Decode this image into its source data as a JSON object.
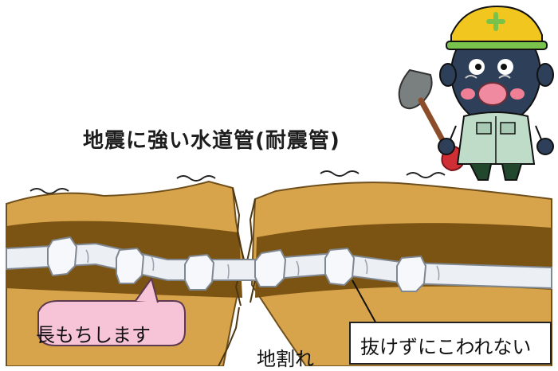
{
  "title": "地震に強い水道管(耐震管)",
  "bubble_label": "長もちします",
  "crack_label": "地割れ",
  "note_label": "抜けずにこわれない",
  "colors": {
    "soil_light": "#d7a44b",
    "soil_dark": "#7b5414",
    "pipe": "#eceff3",
    "bubble": "#f7c3d7",
    "mascot_body": "#2e3f5a",
    "helmet": "#f0c61f",
    "helmet_band": "#79c24c",
    "uniform": "#bfdcc8"
  },
  "icons": [
    "mascot-illustration",
    "shovel-icon",
    "helmet-icon",
    "tremor-icon",
    "pipe-illustration"
  ]
}
